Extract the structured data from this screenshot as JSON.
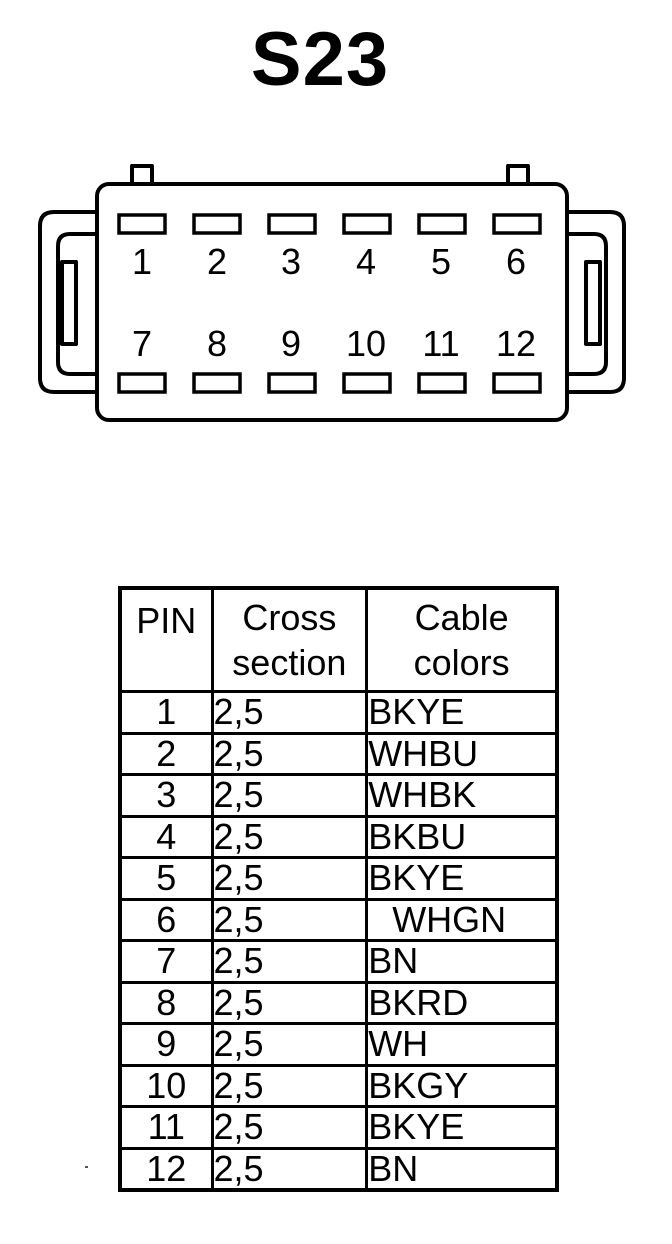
{
  "title": "S23",
  "connector": {
    "top_row_pins": [
      "1",
      "2",
      "3",
      "4",
      "5",
      "6"
    ],
    "bottom_row_pins": [
      "7",
      "8",
      "9",
      "10",
      "11",
      "12"
    ]
  },
  "table": {
    "headers": {
      "pin": "PIN",
      "cross_section": [
        "Cross",
        "section"
      ],
      "cable_colors": [
        "Cable",
        "colors"
      ]
    },
    "rows": [
      {
        "pin": "1",
        "cross_section": "2,5",
        "color": "BKYE"
      },
      {
        "pin": "2",
        "cross_section": "2,5",
        "color": "WHBU"
      },
      {
        "pin": "3",
        "cross_section": "2,5",
        "color": "WHBK"
      },
      {
        "pin": "4",
        "cross_section": "2,5",
        "color": "BKBU"
      },
      {
        "pin": "5",
        "cross_section": "2,5",
        "color": "BKYE"
      },
      {
        "pin": "6",
        "cross_section": "2,5",
        "color": "WHGN"
      },
      {
        "pin": "7",
        "cross_section": "2,5",
        "color": "BN"
      },
      {
        "pin": "8",
        "cross_section": "2,5",
        "color": "BKRD"
      },
      {
        "pin": "9",
        "cross_section": "2,5",
        "color": "WH"
      },
      {
        "pin": "10",
        "cross_section": "2,5",
        "color": "BKGY"
      },
      {
        "pin": "11",
        "cross_section": "2,5",
        "color": "BKYE"
      },
      {
        "pin": "12",
        "cross_section": "2,5",
        "color": "BN"
      }
    ]
  }
}
